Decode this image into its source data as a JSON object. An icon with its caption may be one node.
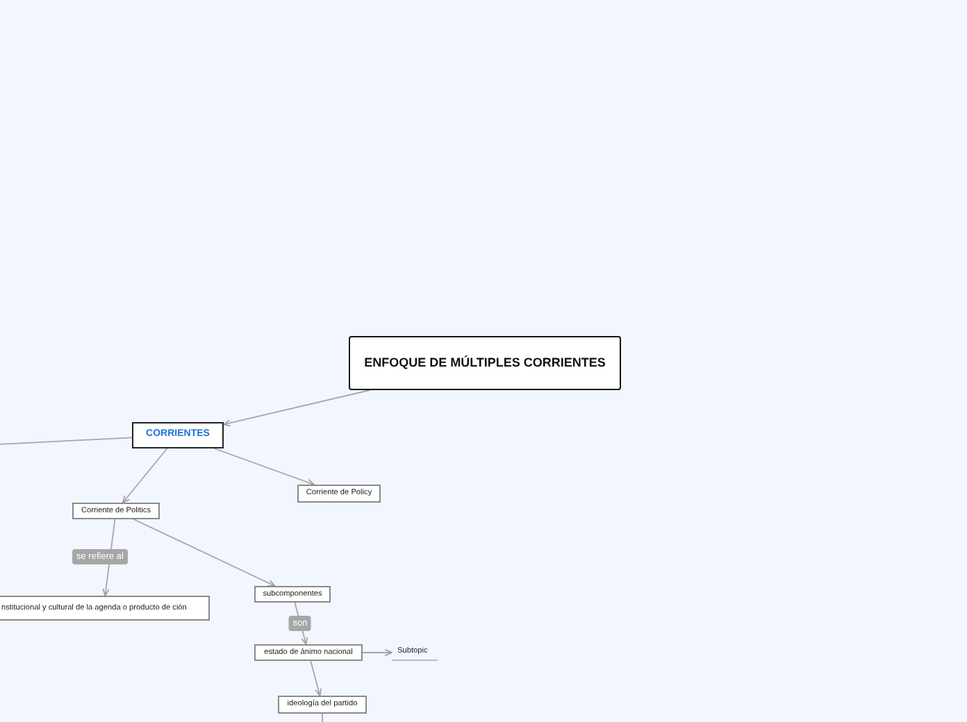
{
  "diagram": {
    "nodes": [
      {
        "text": [
          "ENFOQUE DE MÚLTIPLES CORRIENTES"
        ]
      },
      {
        "text": [
          "CORRIENTES"
        ]
      },
      {
        "text": [
          "Corriente de Policy"
        ]
      },
      {
        "text": [
          "Corriente de Politics"
        ]
      },
      {
        "text": [
          "nstitucional y cultural de la agenda o producto de ción"
        ]
      },
      {
        "text": [
          "subcomponentes"
        ]
      },
      {
        "text": [
          "estado de ánimo nacional"
        ]
      },
      {
        "text": [
          "Subtopic"
        ]
      },
      {
        "text": [
          "ideología del partido"
        ]
      }
    ],
    "edges": [
      {
        "from": 0,
        "to": 1,
        "arrow": "to"
      },
      {
        "from": 1,
        "to": null,
        "arrow": "none"
      },
      {
        "from": 1,
        "to": 3,
        "arrow": "to"
      },
      {
        "from": 1,
        "to": 2,
        "arrow": "to"
      },
      {
        "from": 3,
        "to": 4,
        "arrow": "to",
        "label": "se refiere al"
      },
      {
        "from": 3,
        "to": 5,
        "arrow": "to"
      },
      {
        "from": 5,
        "to": 6,
        "arrow": "to",
        "label": "son"
      },
      {
        "from": 6,
        "to": 7,
        "arrow": "to"
      },
      {
        "from": 6,
        "to": 8,
        "arrow": "to"
      },
      {
        "from": 8,
        "to": null,
        "arrow": "none"
      }
    ]
  }
}
